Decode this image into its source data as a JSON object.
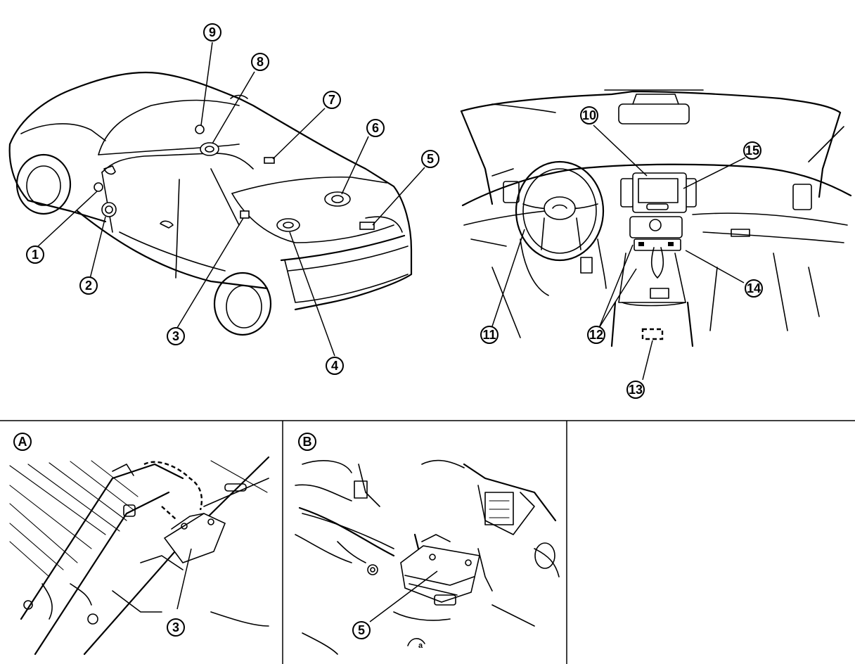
{
  "callouts": {
    "c1": "1",
    "c2": "2",
    "c3": "3",
    "c4": "4",
    "c5": "5",
    "c6": "6",
    "c7": "7",
    "c8": "8",
    "c9": "9",
    "c10": "10",
    "c11": "11",
    "c12": "12",
    "c13": "13",
    "c14": "14",
    "c15": "15"
  },
  "detail_a": {
    "label": "A",
    "callout": "3"
  },
  "detail_b": {
    "label": "B",
    "callout": "5",
    "footnote": "a"
  }
}
